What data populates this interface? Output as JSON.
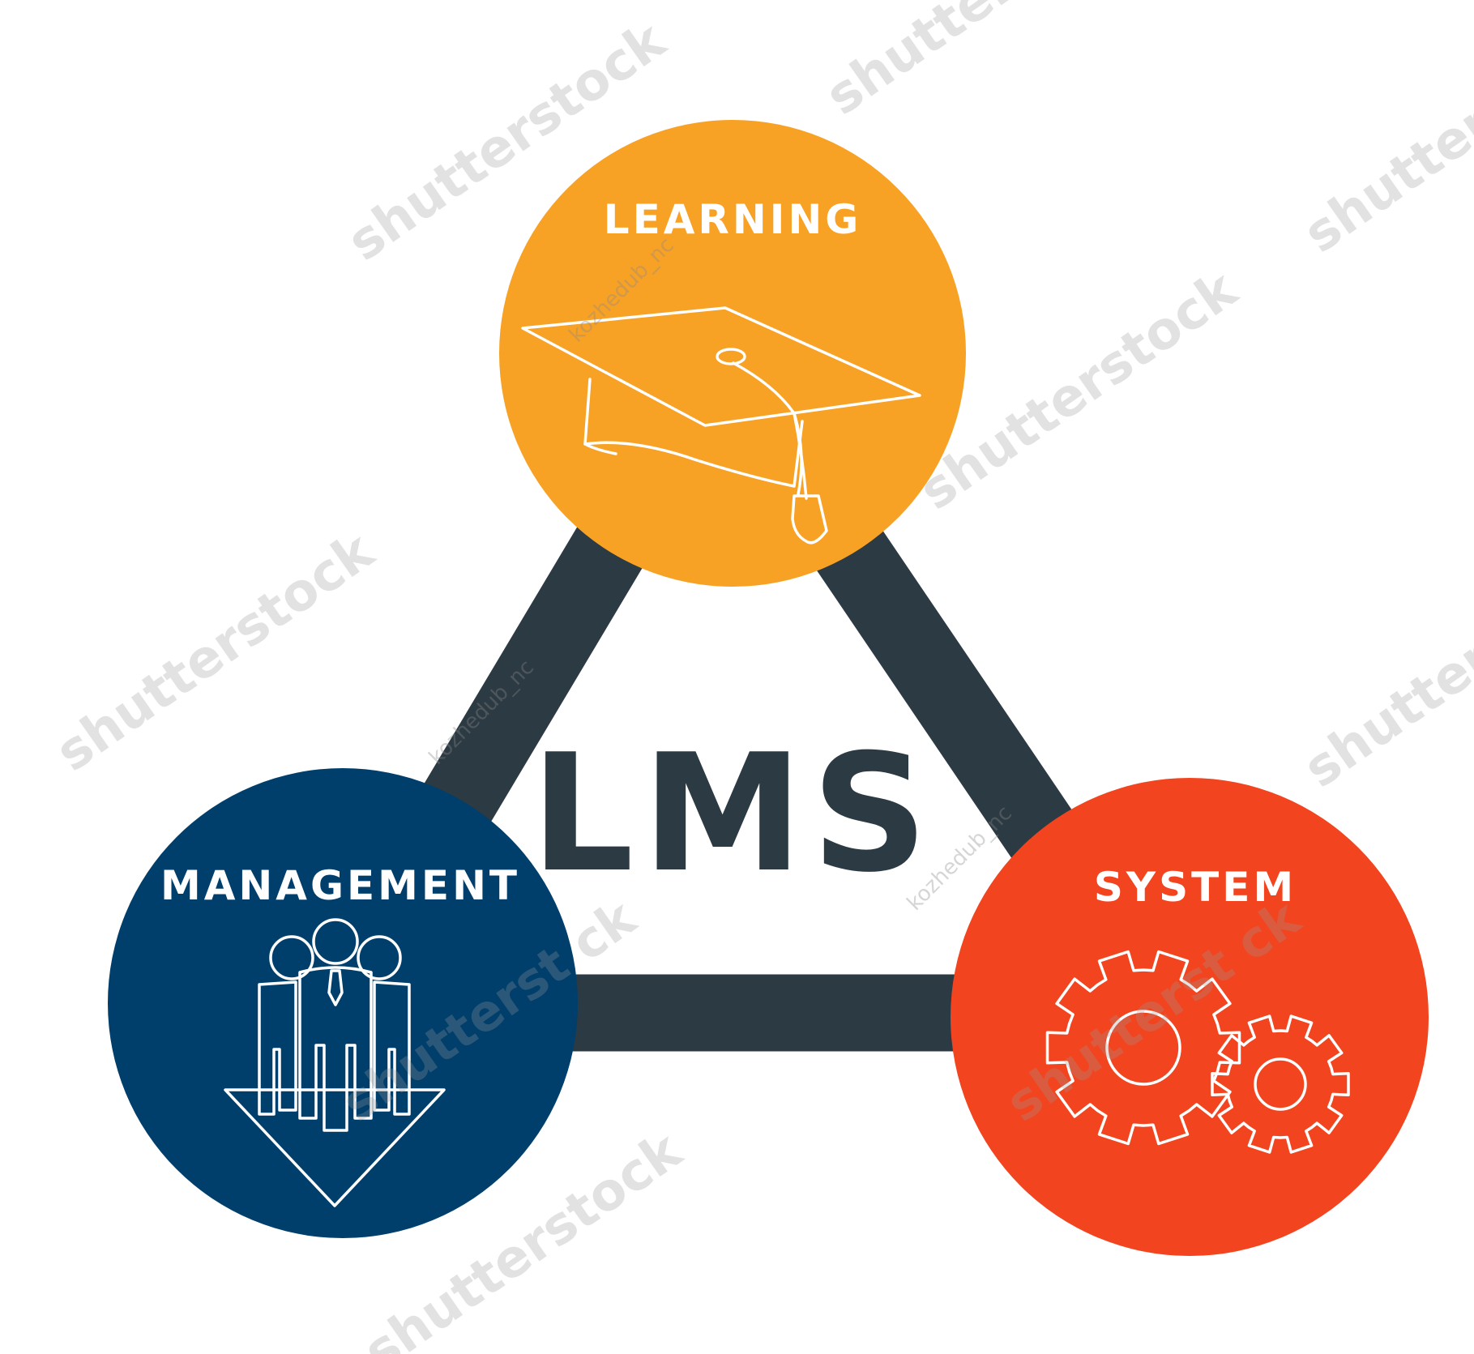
{
  "diagram": {
    "center_label": "LMS",
    "nodes": [
      {
        "id": "learning",
        "label": "LEARNING",
        "icon": "graduation-cap-icon",
        "color": "#f7a125"
      },
      {
        "id": "management",
        "label": "MANAGEMENT",
        "icon": "team-down-arrow-icon",
        "color": "#003f6b"
      },
      {
        "id": "system",
        "label": "SYSTEM",
        "icon": "gears-icon",
        "color": "#f2441f"
      }
    ],
    "connector_color": "#2c3a43"
  },
  "watermarks": {
    "brand": "shutterstock",
    "brand_variant": "shutterst ck",
    "author": "kozhedub_nc"
  }
}
